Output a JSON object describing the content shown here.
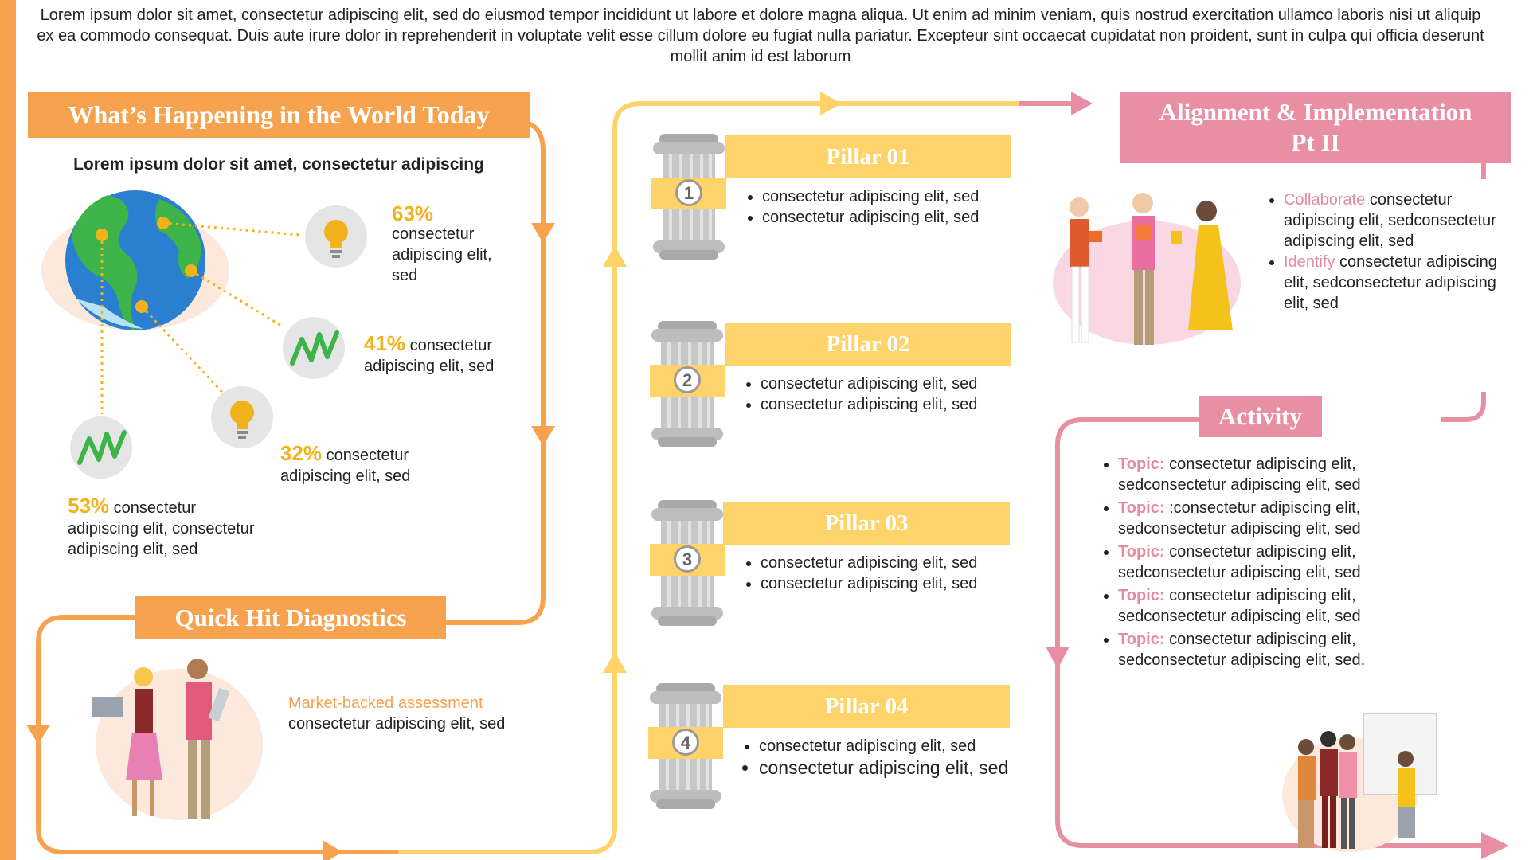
{
  "intro": "Lorem ipsum dolor sit amet, consectetur adipiscing elit, sed do eiusmod tempor incididunt ut labore et dolore magna aliqua. Ut enim ad minim veniam, quis nostrud exercitation ullamco laboris nisi ut aliquip ex ea commodo consequat. Duis aute irure dolor in reprehenderit in voluptate velit esse cillum dolore eu fugiat nulla pariatur. Excepteur sint occaecat cupidatat non proident, sunt in culpa qui officia deserunt mollit anim id est laborum",
  "colors": {
    "orange": "#f7a24f",
    "yellow": "#fdd36a",
    "pink": "#e98fa4",
    "pink_text": "#e58ba1",
    "pct": "#f2b21c",
    "green": "#3db34a"
  },
  "world": {
    "title": "What’s Happening in the World Today",
    "subtitle": "Lorem ipsum dolor sit amet, consectetur adipiscing",
    "stats": [
      {
        "pct": "63%",
        "text": "consectetur adipiscing elit, sed",
        "icon": "lightbulb-icon"
      },
      {
        "pct": "41%",
        "text": "consectetur adipiscing elit, sed",
        "icon": "trend-zigzag-icon"
      },
      {
        "pct": "32%",
        "text": "consectetur adipiscing elit, sed",
        "icon": "lightbulb-icon"
      },
      {
        "pct": "53%",
        "text": "consectetur adipiscing elit, consectetur adipiscing elit, sed",
        "icon": "trend-zigzag-icon"
      }
    ]
  },
  "diagnostics": {
    "title": "Quick Hit Diagnostics",
    "highlight": "Market-backed assessment",
    "text": "consectetur adipiscing elit, sed"
  },
  "pillars": [
    {
      "title": "Pillar 01",
      "number": "1",
      "bullets": [
        "consectetur adipiscing elit, sed",
        "consectetur adipiscing elit, sed"
      ]
    },
    {
      "title": "Pillar 02",
      "number": "2",
      "bullets": [
        "consectetur adipiscing elit, sed",
        "consectetur adipiscing elit, sed"
      ]
    },
    {
      "title": "Pillar 03",
      "number": "3",
      "bullets": [
        "consectetur adipiscing elit, sed",
        "consectetur adipiscing elit, sed"
      ]
    },
    {
      "title": "Pillar 04",
      "number": "4",
      "bullets": [
        "consectetur adipiscing elit, sed",
        "consectetur adipiscing elit, sed"
      ]
    }
  ],
  "alignment": {
    "title_line1": "Alignment & Implementation",
    "title_line2": "Pt II",
    "items": [
      {
        "highlight": "Collaborate",
        "text": " consectetur adipiscing elit, sedconsectetur adipiscing elit, sed"
      },
      {
        "highlight": "Identify",
        "text": " consectetur adipiscing elit, sedconsectetur adipiscing elit, sed"
      }
    ]
  },
  "activity": {
    "title": "Activity",
    "items": [
      {
        "label": "Topic:",
        "text": " consectetur adipiscing elit, sedconsectetur adipiscing elit, sed"
      },
      {
        "label": "Topic:",
        "text": " :consectetur adipiscing elit, sedconsectetur adipiscing elit, sed"
      },
      {
        "label": "Topic:",
        "text": " consectetur adipiscing elit, sedconsectetur adipiscing elit, sed"
      },
      {
        "label": "Topic:",
        "text": " consectetur adipiscing elit, sedconsectetur adipiscing elit, sed"
      },
      {
        "label": "Topic:",
        "text": " consectetur adipiscing elit, sedconsectetur adipiscing elit, sed."
      }
    ]
  }
}
